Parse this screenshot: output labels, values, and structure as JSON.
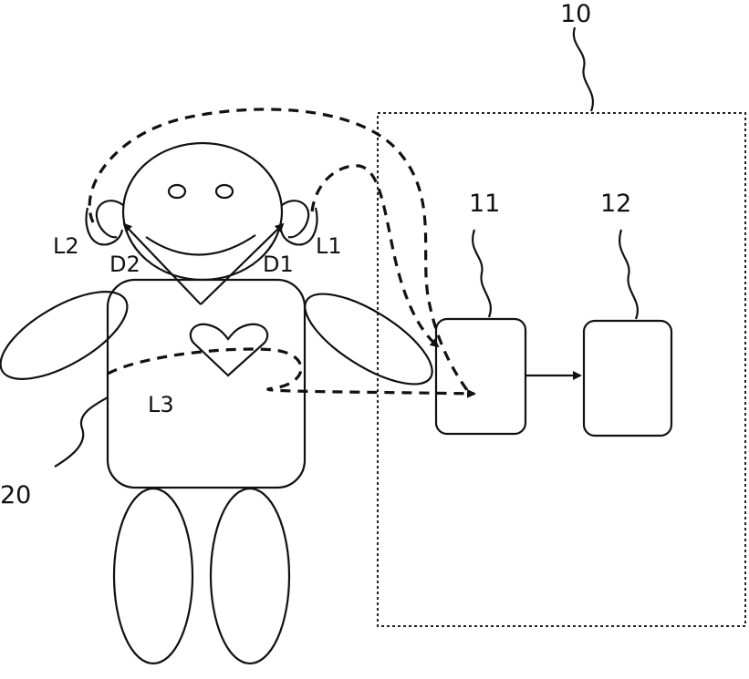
{
  "labels": {
    "system": "10",
    "unit_11": "11",
    "unit_12": "12",
    "subject": "20",
    "path_l1": "L1",
    "path_l2": "L2",
    "path_l3": "L3",
    "detector_d1": "D1",
    "detector_d2": "D2"
  },
  "colors": {
    "line": "#111111",
    "background": "#ffffff"
  }
}
